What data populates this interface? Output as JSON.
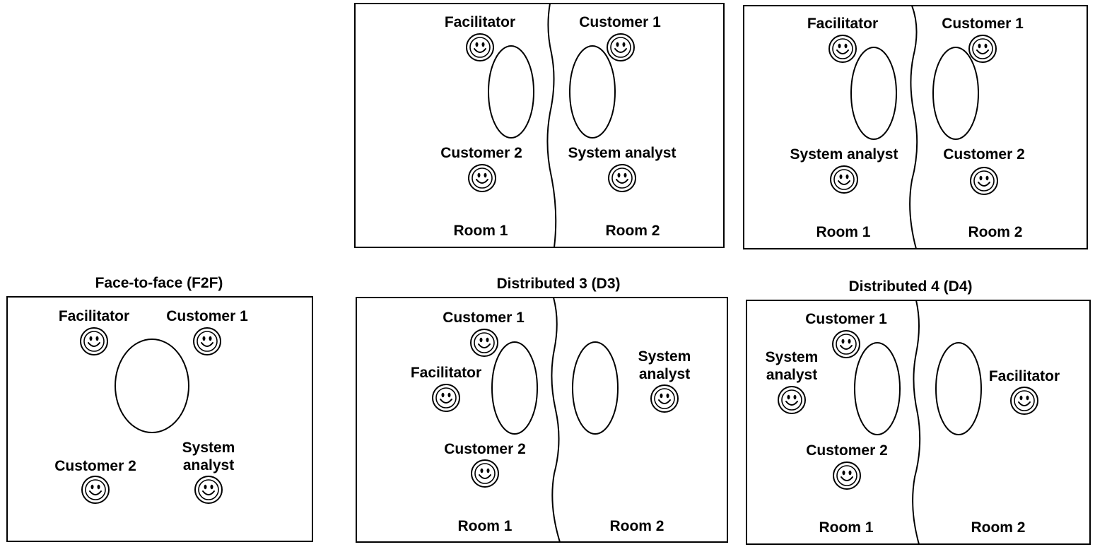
{
  "panels": {
    "top_middle": {
      "title": "",
      "people": [
        {
          "label": "Facilitator"
        },
        {
          "label": "Customer 1"
        },
        {
          "label": "Customer 2"
        },
        {
          "label": "System analyst"
        }
      ],
      "rooms": [
        "Room 1",
        "Room 2"
      ]
    },
    "top_right": {
      "title": "",
      "people": [
        {
          "label": "Facilitator"
        },
        {
          "label": "Customer 1"
        },
        {
          "label": "System analyst"
        },
        {
          "label": "Customer 2"
        }
      ],
      "rooms": [
        "Room 1",
        "Room 2"
      ]
    },
    "f2f": {
      "title": "Face-to-face (F2F)",
      "people": [
        {
          "label": "Facilitator"
        },
        {
          "label": "Customer 1"
        },
        {
          "label": "Customer 2"
        },
        {
          "label_lines": [
            "System",
            "analyst"
          ]
        }
      ],
      "rooms": []
    },
    "d3": {
      "title": "Distributed 3 (D3)",
      "people": [
        {
          "label": "Customer 1"
        },
        {
          "label": "Facilitator"
        },
        {
          "label": "Customer 2"
        },
        {
          "label_lines": [
            "System",
            "analyst"
          ]
        }
      ],
      "rooms": [
        "Room 1",
        "Room 2"
      ]
    },
    "d4": {
      "title": "Distributed 4 (D4)",
      "people": [
        {
          "label": "Customer 1"
        },
        {
          "label_lines": [
            "System",
            "analyst"
          ]
        },
        {
          "label": "Customer 2"
        },
        {
          "label": "Facilitator"
        }
      ],
      "rooms": [
        "Room 1",
        "Room 2"
      ]
    }
  }
}
